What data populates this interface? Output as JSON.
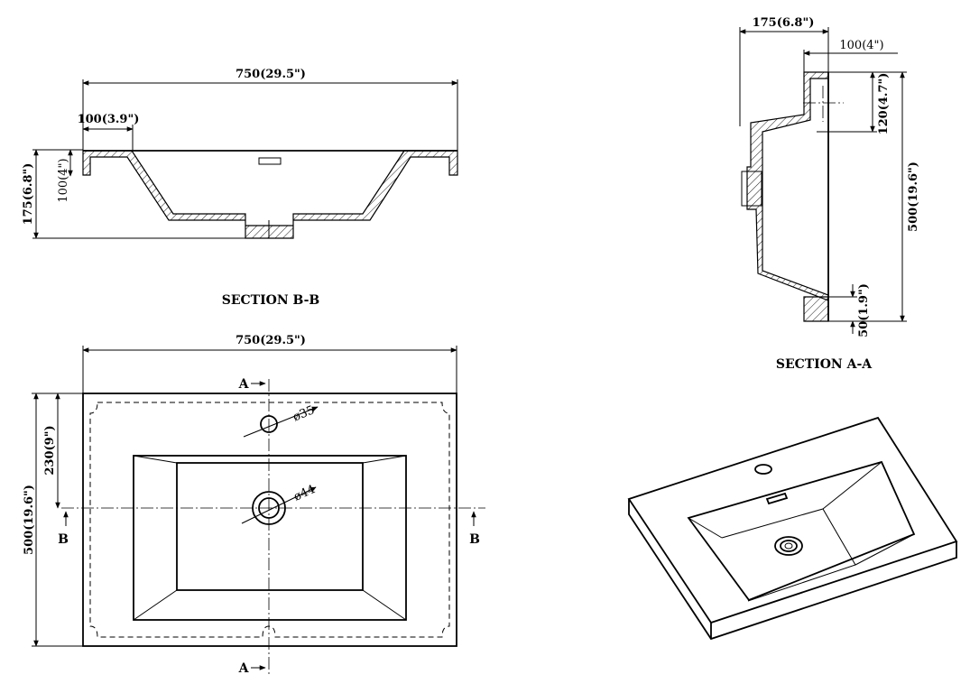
{
  "section_bb": {
    "label": "SECTION B-B",
    "width_dim": "750(29.5\")",
    "rim_width_dim": "100(3.9\")",
    "height_dim": "175(6.8\")",
    "rim_height_dim": "100(4\")"
  },
  "section_aa": {
    "label": "SECTION A-A",
    "top_depth_dim": "175(6.8\")",
    "top_offset_dim": "100(4\")",
    "upper_height_dim": "120(4.7\")",
    "total_height_dim": "500(19.6\")",
    "lower_height_dim": "50(1.9\")"
  },
  "plan_view": {
    "width_dim": "750(29.5\")",
    "depth_dim": "500(19.6\")",
    "tap_offset_dim": "230(9\")",
    "tap_hole_dim": "ø35",
    "drain_dim": "ø44",
    "section_a_top": "A",
    "section_a_bottom": "A",
    "section_b_left": "B",
    "section_b_right": "B"
  }
}
